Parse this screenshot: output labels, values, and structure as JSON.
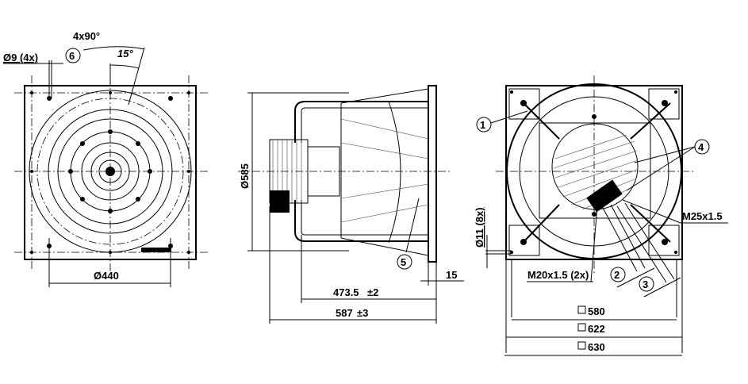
{
  "front_view": {
    "angle_pattern": "4x90°",
    "angle_offset": "15°",
    "hole_dim": "Ø9 (4x)",
    "callout_6": "6",
    "inlet_diameter": "Ø440"
  },
  "side_view": {
    "outer_diameter": "Ø585",
    "callout_5": "5",
    "plate_thickness": "15",
    "depth_1": "473.5",
    "depth_1_tol": "±2",
    "depth_2": "587",
    "depth_2_tol": "±3"
  },
  "rear_view": {
    "callout_1": "1",
    "callout_2": "2",
    "callout_3": "3",
    "callout_4": "4",
    "thread_1": "M25x1.5",
    "thread_2": "M20x1.5 (2x)",
    "hole_dim": "Ø11 (8x)",
    "square_1": "580",
    "square_2": "622",
    "square_3": "630"
  }
}
